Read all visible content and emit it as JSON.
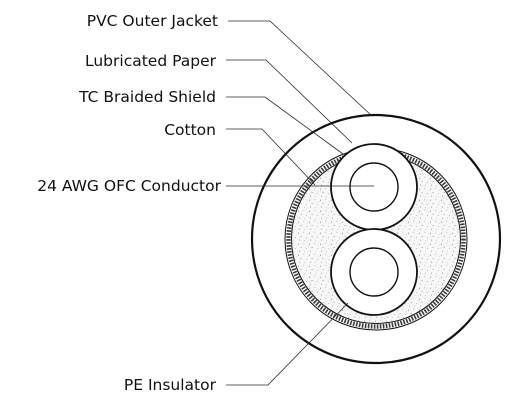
{
  "labels": {
    "pvc_outer_jacket": "PVC Outer Jacket",
    "lubricated_paper": "Lubricated Paper",
    "tc_braided_shield": "TC Braided Shield",
    "cotton": "Cotton",
    "conductor": "24 AWG OFC Conductor",
    "pe_insulator": "PE Insulator"
  },
  "colors": {
    "line": "#111111",
    "background": "#ffffff",
    "cotton_fill": "#f6f6f6",
    "cotton_speckle": "#8a8a8a"
  }
}
